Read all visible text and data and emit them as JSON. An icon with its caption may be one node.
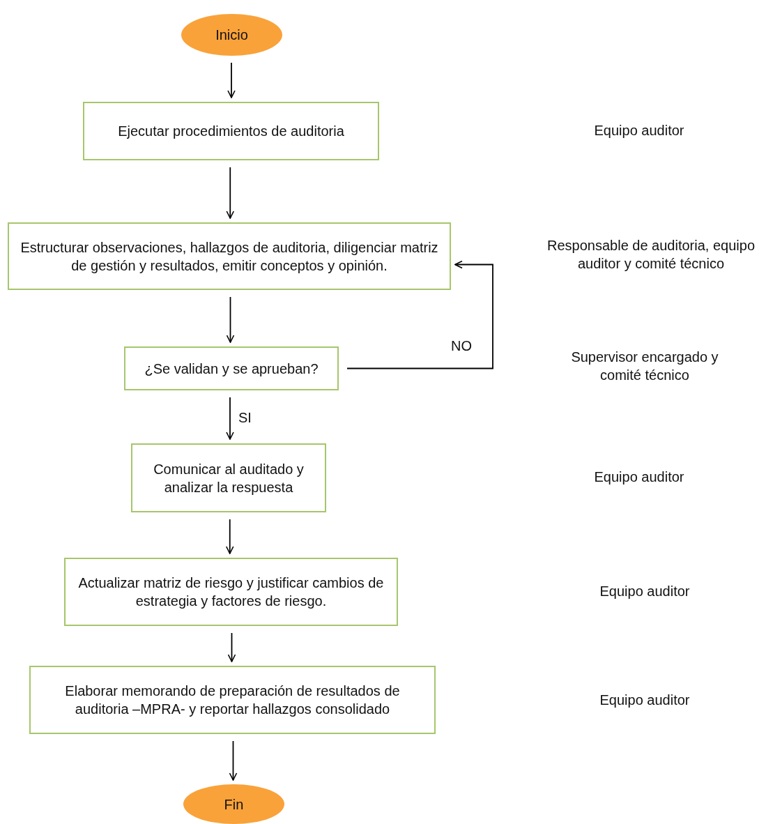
{
  "diagram": {
    "nodes": [
      {
        "text": [
          "Inicio"
        ]
      },
      {
        "text": [
          "Ejecutar procedimientos de auditoria"
        ]
      },
      {
        "text": [
          "Estructurar observaciones, hallazgos de auditoria, diligenciar matriz de gestión y resultados, emitir conceptos y opinión."
        ]
      },
      {
        "text": [
          "¿Se validan y se aprueban?"
        ]
      },
      {
        "text": [
          "Comunicar al auditado y analizar la respuesta"
        ]
      },
      {
        "text": [
          "Actualizar matriz de riesgo y justificar cambios de estrategia y factores de riesgo."
        ]
      },
      {
        "text": [
          "Elaborar memorando de preparación de resultados de auditoria –MPRA- y reportar hallazgos consolidado"
        ]
      },
      {
        "text": [
          "Fin"
        ]
      }
    ],
    "edges": [
      {
        "from": 0,
        "to": 1,
        "arrow": "to"
      },
      {
        "from": 1,
        "to": 2,
        "arrow": "to"
      },
      {
        "from": 2,
        "to": 3,
        "arrow": "to"
      },
      {
        "from": 3,
        "to": 4,
        "arrow": "to",
        "label": "SI"
      },
      {
        "from": 4,
        "to": 5,
        "arrow": "to"
      },
      {
        "from": 5,
        "to": 6,
        "arrow": "to"
      },
      {
        "from": 6,
        "to": 7,
        "arrow": "to"
      },
      {
        "from": 3,
        "to": 2,
        "arrow": "to",
        "label": "NO"
      }
    ],
    "labels": [
      "Equipo auditor",
      "Responsable de auditoria, equipo auditor y comité técnico",
      "Supervisor encargado y comité técnico",
      "Equipo auditor",
      "Equipo auditor",
      "Equipo auditor"
    ]
  }
}
